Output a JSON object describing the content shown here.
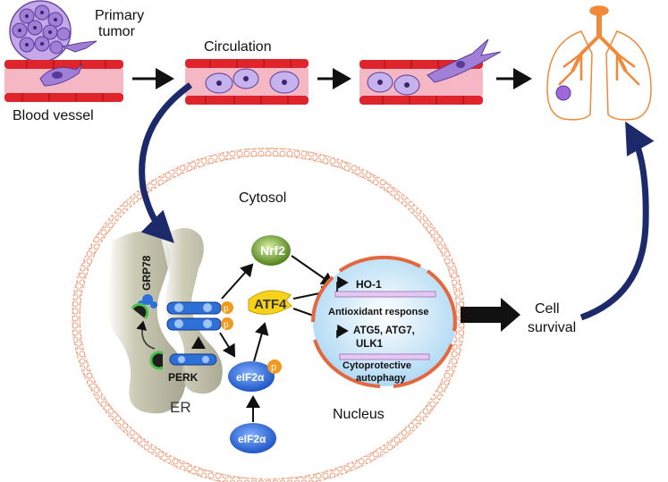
{
  "labels": {
    "primary_tumor_line1": "Primary",
    "primary_tumor_line2": "tumor",
    "blood_vessel": "Blood vessel",
    "circulation": "Circulation",
    "cytosol": "Cytosol",
    "er": "ER",
    "grp78": "GRP78",
    "perk": "PERK",
    "nrf2": "Nrf2",
    "atf4": "ATF4",
    "eif2a_phos": "eIF2α",
    "eif2a": "eIF2α",
    "phospho": "p",
    "ho1": "HO-1",
    "antioxidant_response": "Antioxidant response",
    "atg_line1": "ATG5, ATG7,",
    "atg_line2": "ULK1",
    "cytoprotective": "Cytoprotective",
    "autophagy": "autophagy",
    "nucleus": "Nucleus",
    "cell_survival_line1": "Cell",
    "cell_survival_line2": "survival"
  },
  "colors": {
    "vessel_wall": "#e0242b",
    "vessel_lumen": "#f6b7c4",
    "tumor_cell": "#a07fd6",
    "cell_membrane": "#f0a080",
    "nucleus_fill": "#cfe7f7",
    "nucleus_border": "#e4673e",
    "er_fill": "#b8b79c",
    "perk_blue": "#2f6fd8",
    "nrf2_green": "#5e8f22",
    "atf4_yellow": "#f7d21a",
    "phospho_orange": "#f19a1e",
    "arrow_navy": "#1c2a6b",
    "lung_orange": "#f0893a"
  }
}
